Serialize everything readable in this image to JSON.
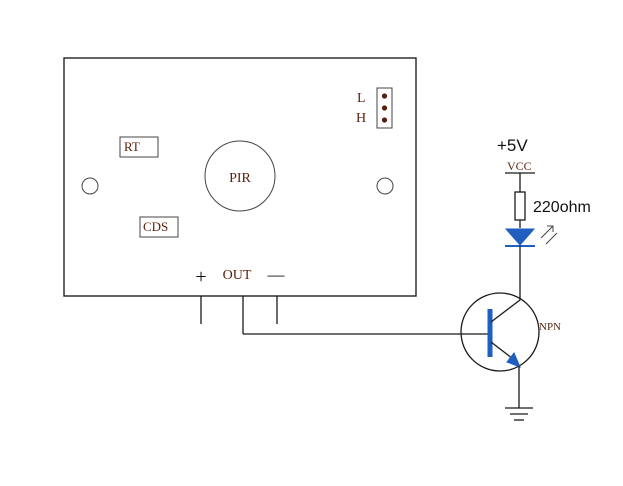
{
  "module": {
    "pir": "PIR",
    "rt": "RT",
    "cds": "CDS",
    "jumper_l": "L",
    "jumper_h": "H",
    "pin_plus": "+",
    "pin_out": "OUT",
    "pin_minus": "—"
  },
  "supply": {
    "voltage": "+5V",
    "vcc": "VCC"
  },
  "resistor": {
    "value": "220ohm"
  },
  "transistor": {
    "type": "NPN"
  },
  "colors": {
    "module_label": "#5a1f0a",
    "led_fill": "#1f5fbf",
    "transistor_fill": "#1f5fbf",
    "jumper_dot": "#5a1f0a"
  }
}
